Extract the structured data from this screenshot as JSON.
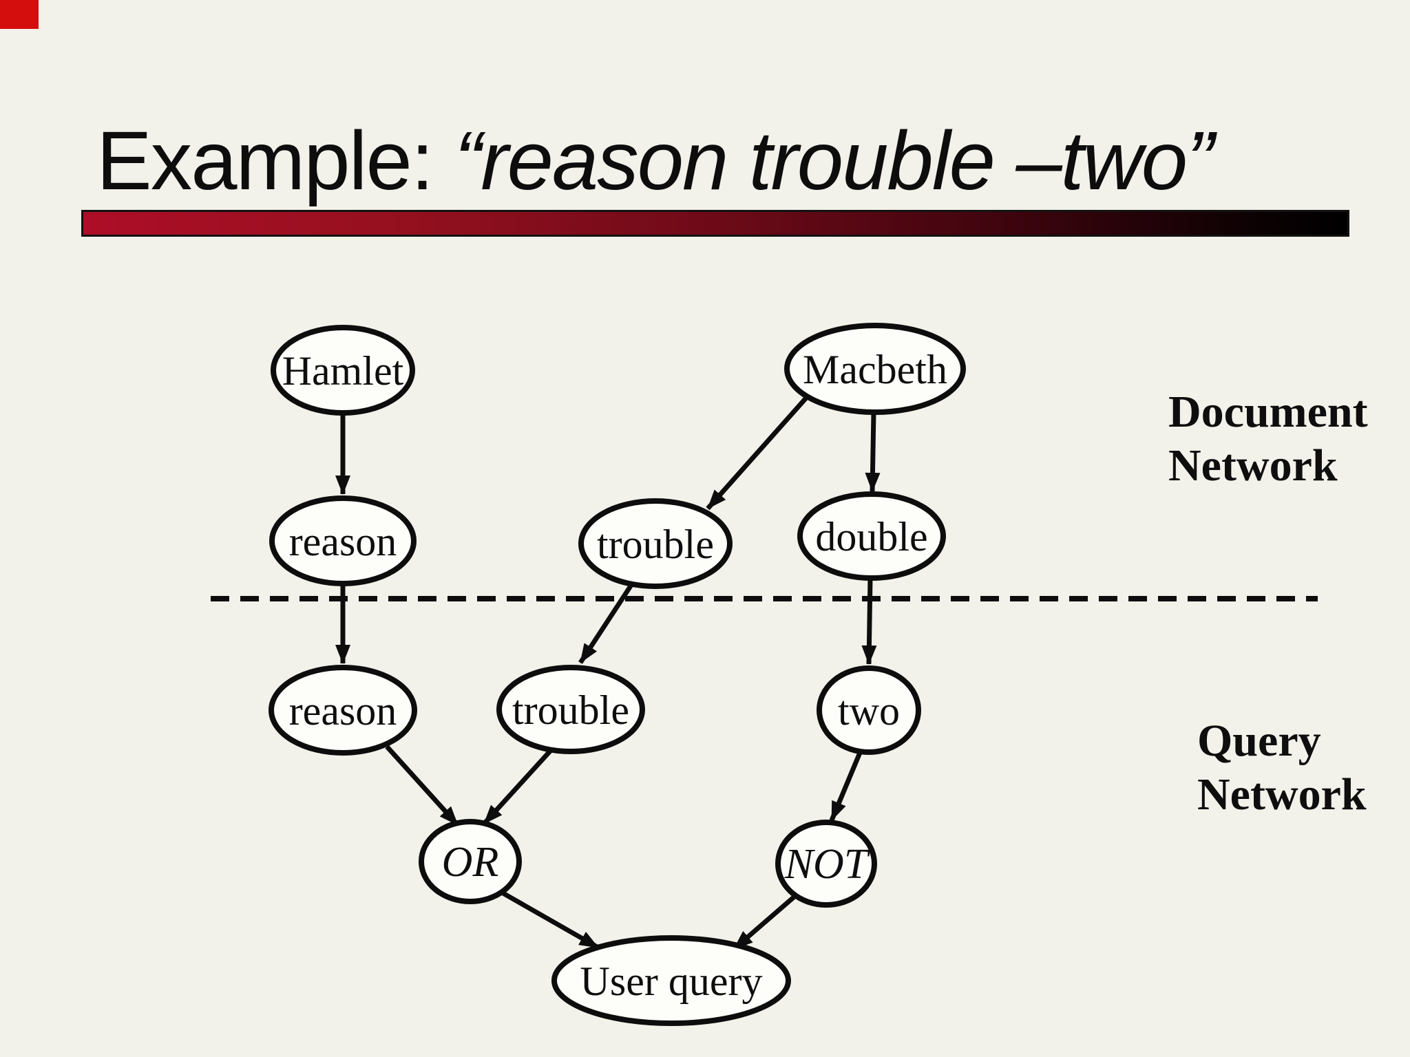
{
  "slide": {
    "title": {
      "prefix": "Example: ",
      "quoted": "“reason trouble –two”"
    },
    "background_color": "#f2f1ea",
    "corner_mark_color": "#d40d0d",
    "accent_bar": {
      "gradient_left": "#ad0e27",
      "gradient_right": "#000000",
      "border_color": "#121212"
    }
  },
  "diagram": {
    "section_labels": {
      "document_network": {
        "line1": "Document",
        "line2": "Network"
      },
      "query_network": {
        "line1": "Query",
        "line2": "Network"
      }
    },
    "nodes": {
      "hamlet": {
        "label": "Hamlet",
        "layer": "document"
      },
      "macbeth": {
        "label": "Macbeth",
        "layer": "document"
      },
      "reason_doc": {
        "label": "reason",
        "layer": "document"
      },
      "trouble_doc": {
        "label": "trouble",
        "layer": "document"
      },
      "double_doc": {
        "label": "double",
        "layer": "document"
      },
      "reason_query": {
        "label": "reason",
        "layer": "query"
      },
      "trouble_query": {
        "label": "trouble",
        "layer": "query"
      },
      "two_query": {
        "label": "two",
        "layer": "query"
      },
      "or_op": {
        "label": "OR",
        "layer": "query"
      },
      "not_op": {
        "label": "NOT",
        "layer": "query"
      },
      "user_query": {
        "label": "User query",
        "layer": "query"
      }
    },
    "edges": [
      {
        "from": "Hamlet",
        "to": "reason (document)"
      },
      {
        "from": "Macbeth",
        "to": "trouble (document)"
      },
      {
        "from": "Macbeth",
        "to": "double (document)"
      },
      {
        "from": "reason (document)",
        "to": "reason (query)"
      },
      {
        "from": "trouble (document)",
        "to": "trouble (query)"
      },
      {
        "from": "double (document)",
        "to": "two (query)"
      },
      {
        "from": "reason (query)",
        "to": "OR"
      },
      {
        "from": "trouble (query)",
        "to": "OR"
      },
      {
        "from": "two (query)",
        "to": "NOT"
      },
      {
        "from": "OR",
        "to": "User query"
      },
      {
        "from": "NOT",
        "to": "User query"
      }
    ]
  }
}
